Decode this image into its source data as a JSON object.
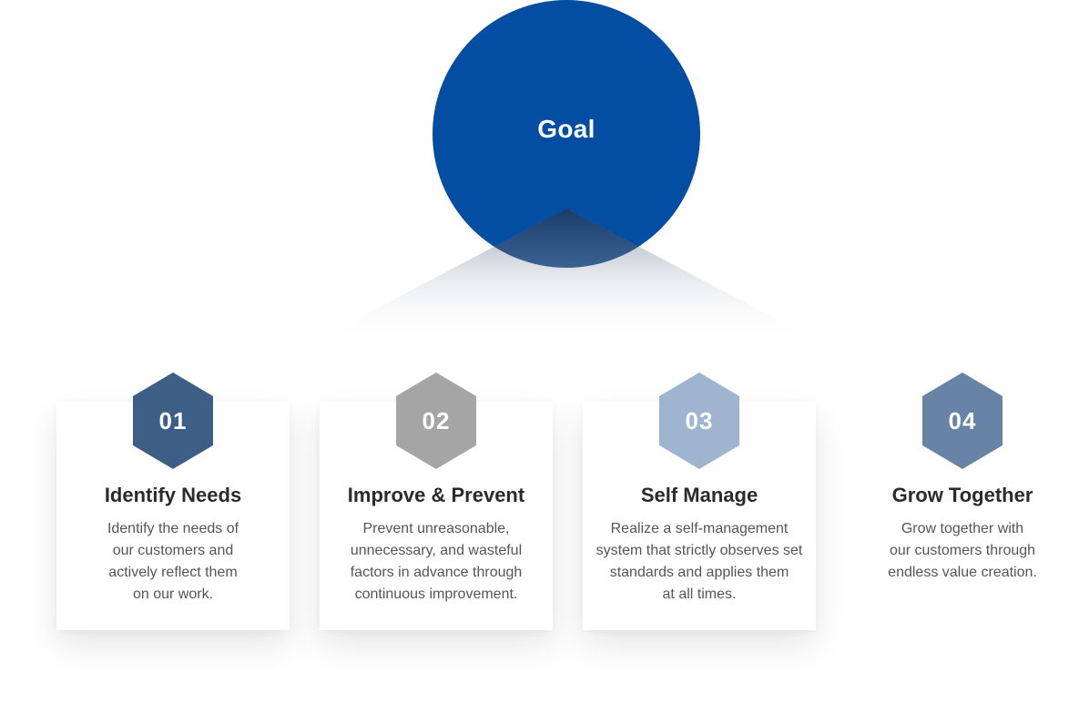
{
  "goal": {
    "label": "Goal",
    "color": "#034ea2"
  },
  "steps": [
    {
      "number": "01",
      "title": "Identify Needs",
      "color": "#3d5f85",
      "lines": [
        "Identify the needs of",
        "our customers and",
        "actively reflect them",
        "on our work."
      ]
    },
    {
      "number": "02",
      "title": "Improve & Prevent",
      "color": "#a5a5a5",
      "lines": [
        "Prevent unreasonable,",
        "unnecessary, and wasteful",
        "factors in advance through",
        "continuous improvement."
      ]
    },
    {
      "number": "03",
      "title": "Self Manage",
      "color": "#9fb4cf",
      "lines": [
        "Realize a self-management",
        "system  that strictly observes set",
        "standards and applies them",
        "at all times."
      ]
    },
    {
      "number": "04",
      "title": "Grow Together",
      "color": "#6783a6",
      "lines": [
        "Grow together with",
        "our customers through",
        "endless value creation."
      ]
    }
  ]
}
